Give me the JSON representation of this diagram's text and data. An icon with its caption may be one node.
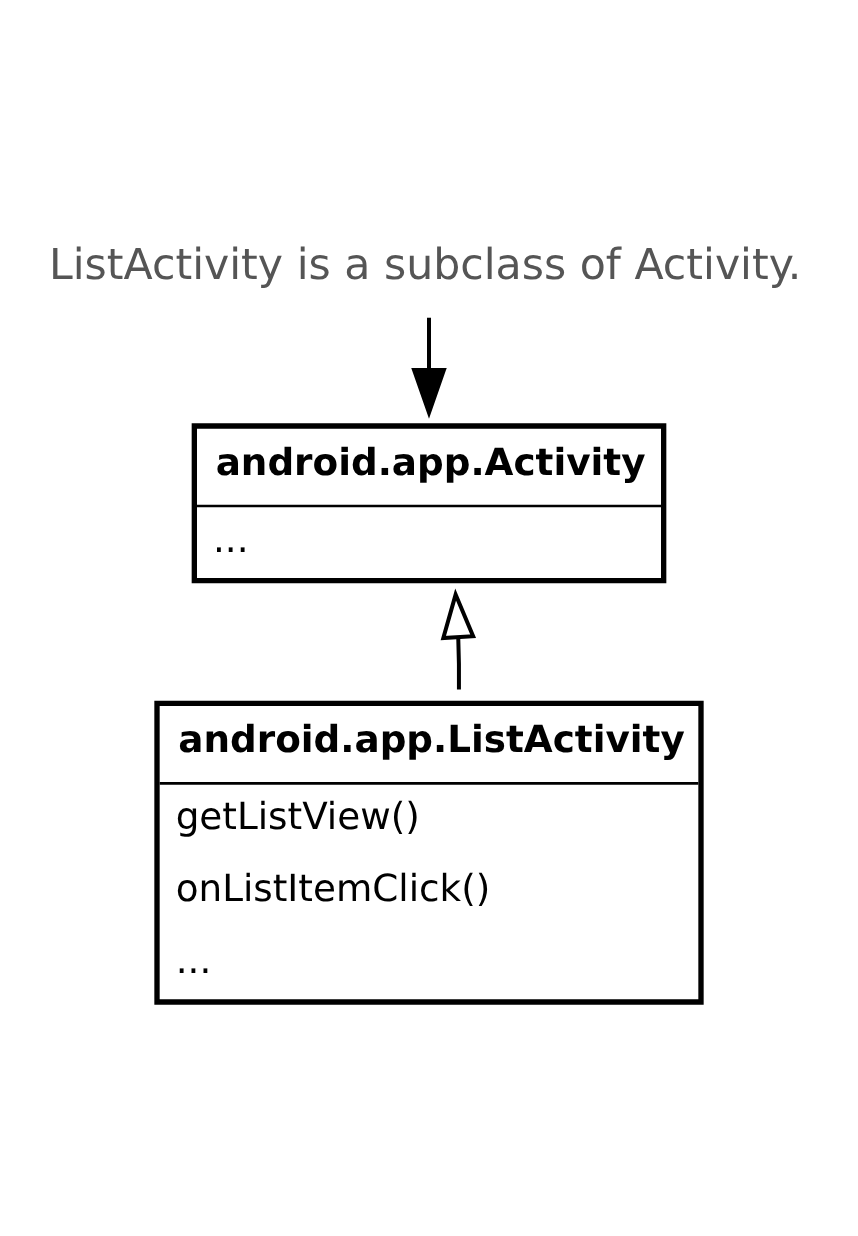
{
  "diagram": {
    "nodes": [
      {
        "text": [
          "ListActivity is a subclass of Activity."
        ]
      },
      {
        "text": [
          "android.app.Activity",
          "..."
        ]
      },
      {
        "text": [
          "android.app.ListActivity",
          "getListView()",
          "onListItemClick()",
          "..."
        ]
      }
    ],
    "edges": [
      {
        "from": 0,
        "to": 1,
        "arrow": "to"
      },
      {
        "from": 2,
        "to": 1,
        "arrow": "to"
      }
    ]
  }
}
